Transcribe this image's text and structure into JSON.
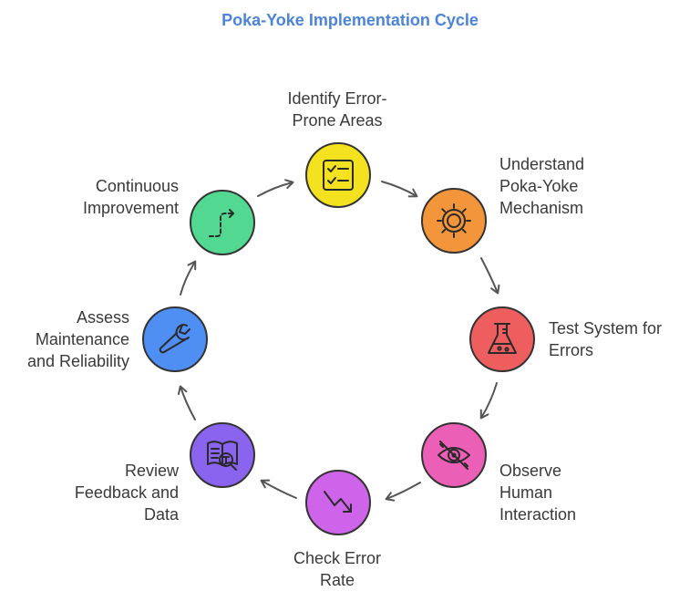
{
  "title": "Poka-Yoke Implementation Cycle",
  "steps": [
    {
      "id": "identify",
      "lines": [
        "Identify Error-",
        "Prone Areas"
      ],
      "color": "#f4e11f",
      "icon": "checklist-icon"
    },
    {
      "id": "understand",
      "lines": [
        "Understand",
        "Poka-Yoke",
        "Mechanism"
      ],
      "color": "#f3953b",
      "icon": "sun-gear-icon"
    },
    {
      "id": "test",
      "lines": [
        "Test System for",
        "Errors"
      ],
      "color": "#ee5e5e",
      "icon": "flask-icon"
    },
    {
      "id": "observe",
      "lines": [
        "Observe",
        "Human",
        "Interaction"
      ],
      "color": "#ec5fb6",
      "icon": "eye-icon"
    },
    {
      "id": "check",
      "lines": [
        "Check Error",
        "Rate"
      ],
      "color": "#cd64e9",
      "icon": "trend-down-icon"
    },
    {
      "id": "review",
      "lines": [
        "Review",
        "Feedback and",
        "Data"
      ],
      "color": "#8a63ee",
      "icon": "document-magnify-icon"
    },
    {
      "id": "assess",
      "lines": [
        "Assess",
        "Maintenance",
        "and Reliability"
      ],
      "color": "#4f8ef3",
      "icon": "wrench-icon"
    },
    {
      "id": "continuous",
      "lines": [
        "Continuous",
        "Improvement"
      ],
      "color": "#53d891",
      "icon": "path-arrow-icon"
    }
  ]
}
